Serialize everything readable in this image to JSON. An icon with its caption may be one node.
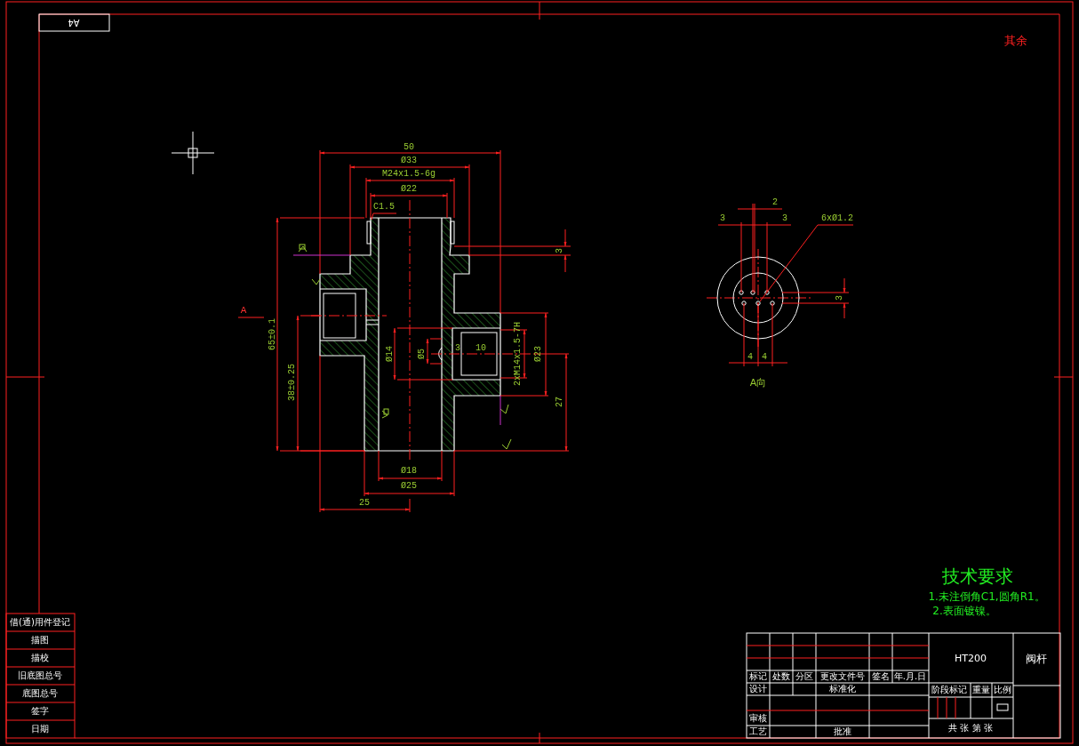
{
  "diagram": {
    "nodes": [
      {
        "text": [
          "6xØ1.2"
        ]
      },
      {
        "text": [],
        "shape": "circle"
      },
      {
        "text": [
          "C1.5"
        ]
      }
    ],
    "edges": [
      {
        "from": 0,
        "to": 1,
        "arrow": "none"
      },
      {
        "from": 2,
        "to": null,
        "arrow": "none"
      }
    ],
    "labels": [
      "A4",
      "其余",
      "50",
      "Ø33",
      "M24x1.5-6g",
      "Ø22",
      "2",
      "3",
      "3",
      "3",
      "3",
      "A",
      "65±0.1",
      "Ø14",
      "Ø5",
      "3",
      "10",
      "2xM14x1.5-7H",
      "Ø23",
      "38±0.25",
      "4",
      "4",
      "A向",
      "27",
      "Ø18",
      "Ø25",
      "25",
      "技术要求",
      "1.未注倒角C1,圆角R1。",
      "2.表面镀镍。",
      "借(通)用件登记",
      "描图",
      "描校",
      "旧底图总号",
      "底图总号",
      "签字",
      "日期",
      "HT200",
      "阀杆",
      "标记",
      "处数",
      "分区",
      "更改文件号",
      "签名",
      "年.月.日",
      "设计",
      "标准化",
      "阶段标记",
      "重量",
      "比例",
      "审核",
      "工艺",
      "批准",
      "共 张 第 张"
    ]
  }
}
